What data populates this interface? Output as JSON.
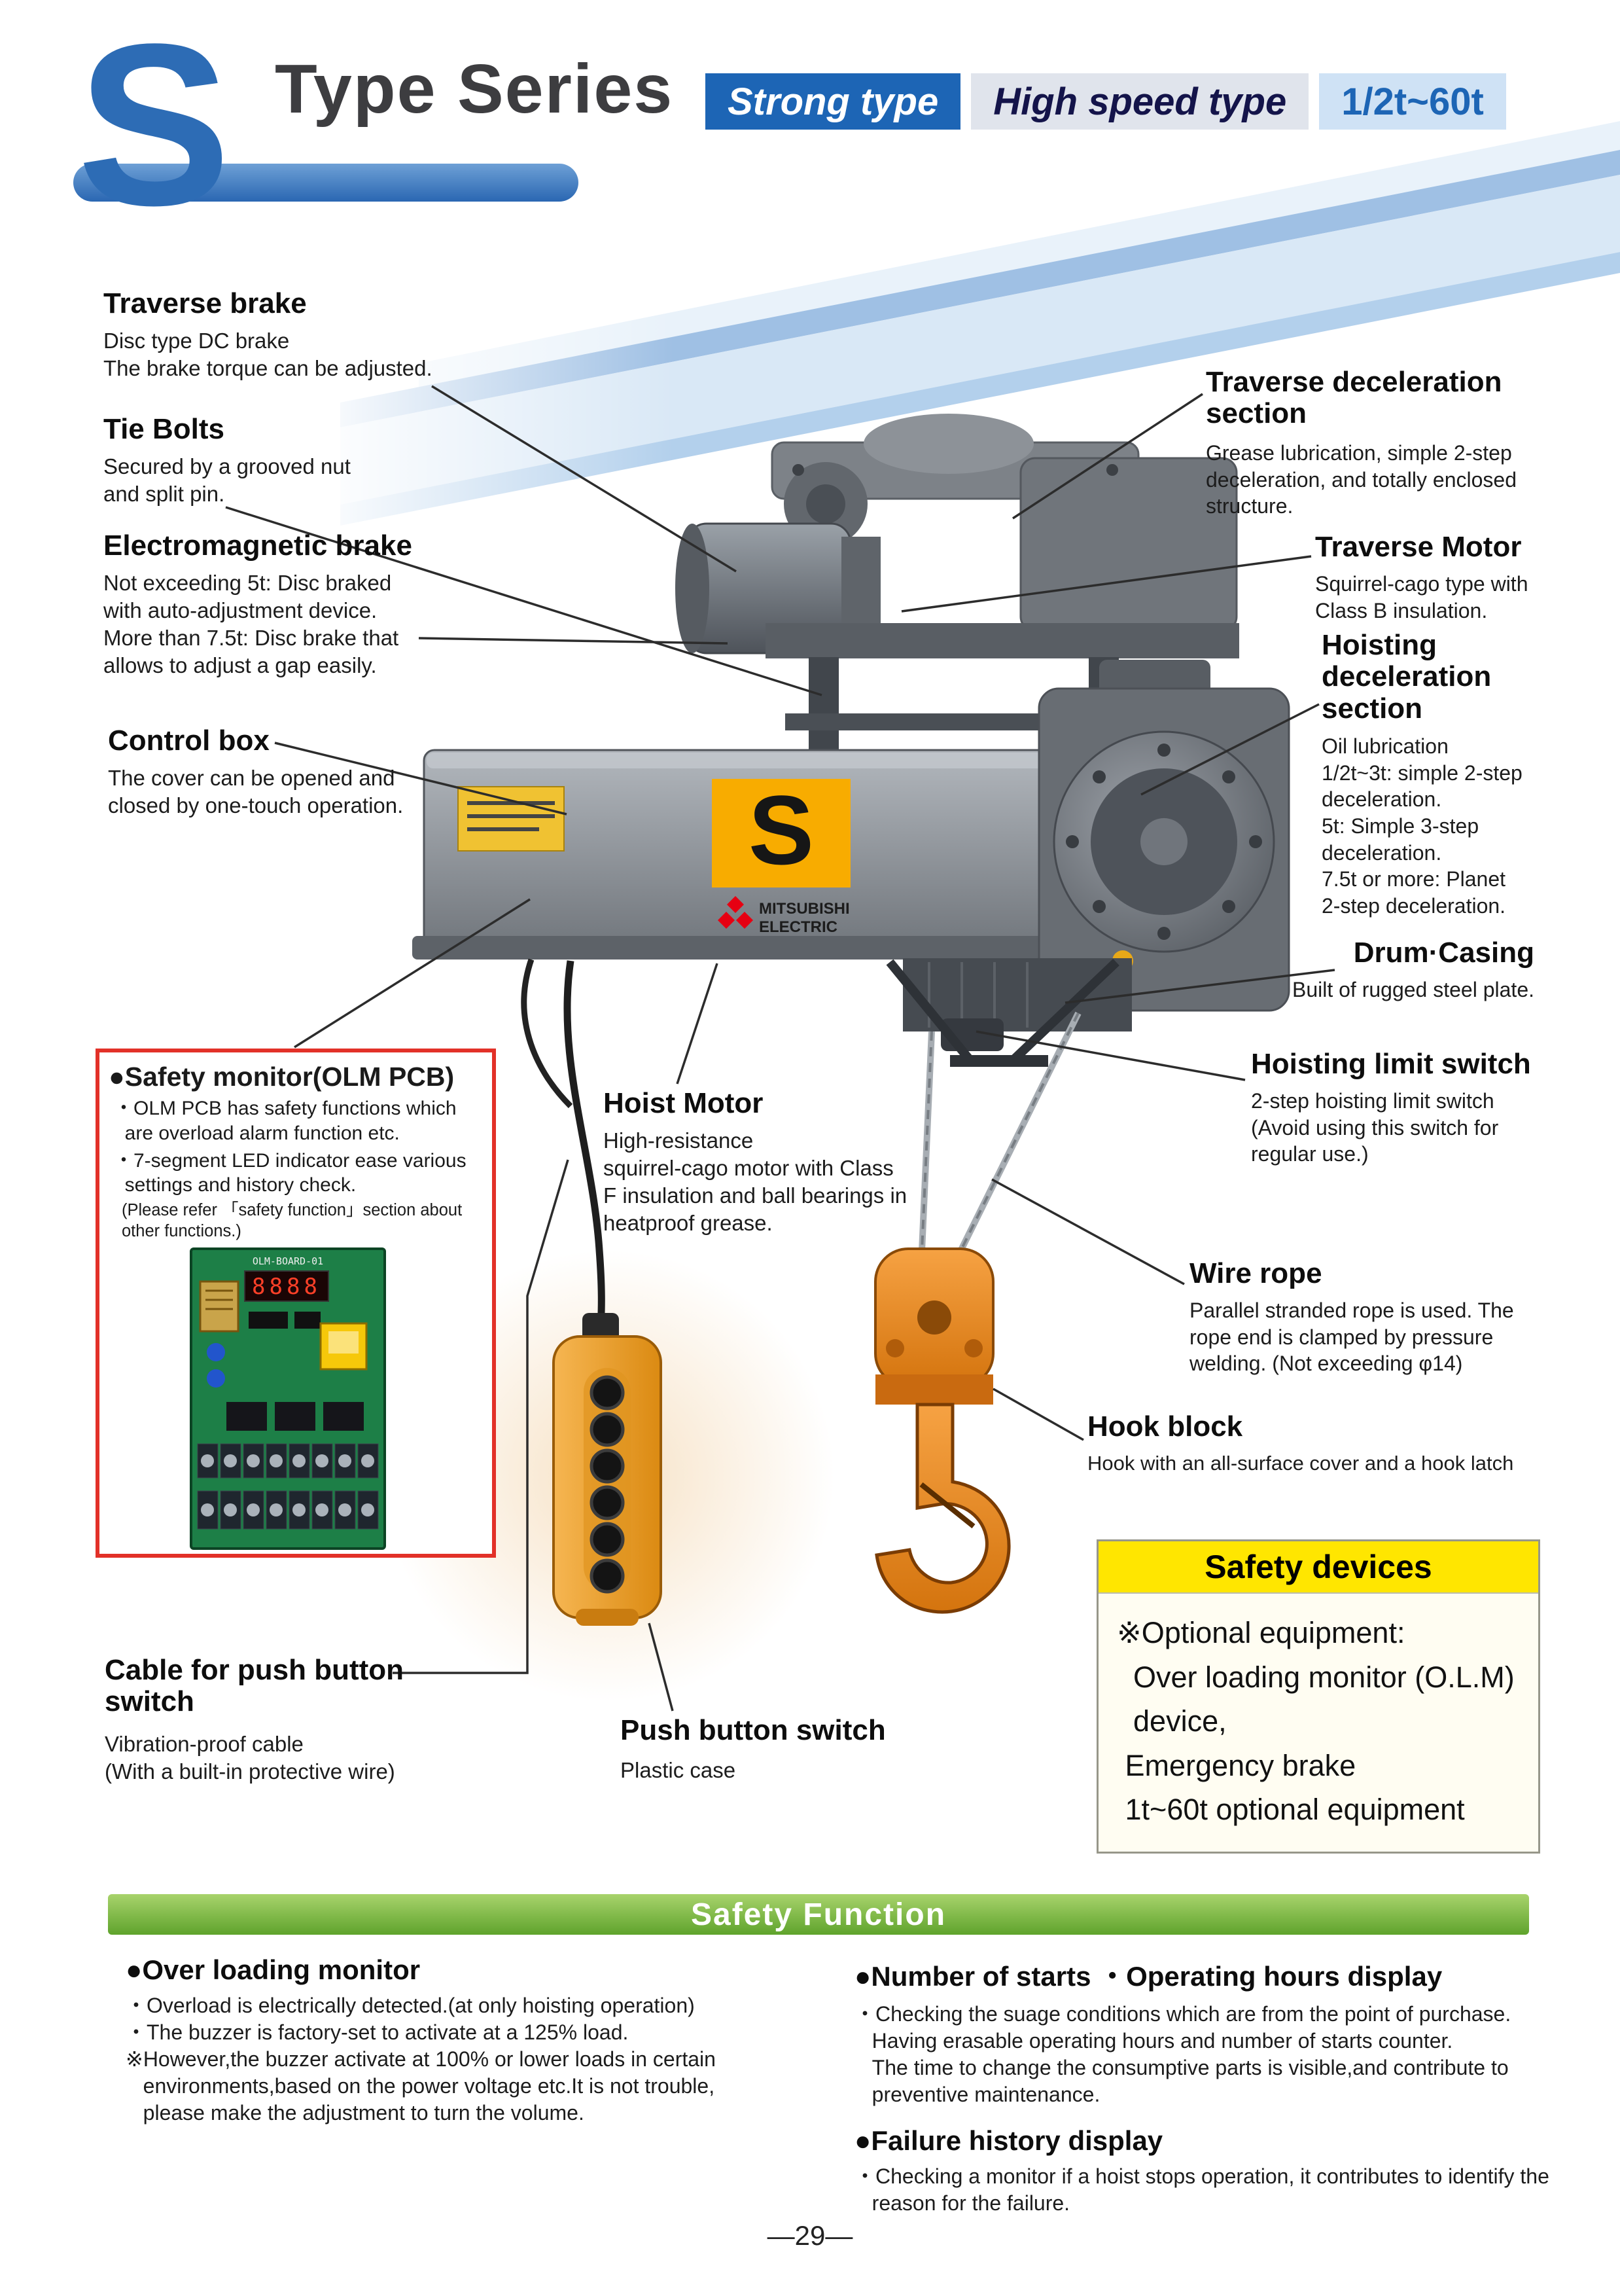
{
  "header": {
    "logo_letter": "S",
    "title": "Type Series",
    "badge_strong": "Strong type",
    "badge_speed": "High speed type",
    "badge_range": "1/2t~60t"
  },
  "callouts": {
    "traverse_brake": {
      "title": "Traverse brake",
      "body": "Disc type DC brake\nThe brake torque can be adjusted."
    },
    "tie_bolts": {
      "title": "Tie Bolts",
      "body": "Secured by a grooved nut\nand split pin."
    },
    "em_brake": {
      "title": "Electromagnetic brake",
      "body": "Not exceeding 5t: Disc braked\nwith auto-adjustment device.\nMore than 7.5t: Disc brake that\nallows to adjust a gap easily."
    },
    "control_box": {
      "title": "Control box",
      "body": "The cover can be opened and\nclosed by one-touch operation."
    },
    "safety_monitor": {
      "title": "●Safety monitor(OLM PCB)",
      "bullet1": "・OLM PCB has safety functions which\n  are overload alarm function etc.",
      "bullet2": "・7-segment LED indicator ease various\n  settings and history check.",
      "note": "(Please refer 「safety function」section about\nother functions.)"
    },
    "cable": {
      "title": "Cable for push button\nswitch",
      "body": "Vibration-proof cable\n(With a built-in protective wire)"
    },
    "hoist_motor": {
      "title": "Hoist Motor",
      "body": "High-resistance\nsquirrel-cago motor with Class\nF insulation and ball bearings in\nheatproof grease."
    },
    "push_button": {
      "title": "Push button switch",
      "body": "Plastic case"
    },
    "traverse_decel": {
      "title": "Traverse deceleration\nsection",
      "body": "Grease lubrication, simple 2-step\ndeceleration, and totally enclosed\nstructure."
    },
    "traverse_motor": {
      "title": "Traverse Motor",
      "body": "Squirrel-cago type with\nClass B insulation."
    },
    "hoisting_decel": {
      "title": "Hoisting\ndeceleration\nsection",
      "body": "Oil lubrication\n1/2t~3t: simple 2-step\ndeceleration.\n5t: Simple 3-step\ndeceleration.\n7.5t or more: Planet\n2-step deceleration."
    },
    "drum_casing": {
      "title": "Drum·Casing",
      "body": "Built of rugged steel plate."
    },
    "hoisting_limit": {
      "title": "Hoisting limit switch",
      "body": "2-step hoisting limit switch\n(Avoid using this switch for\nregular use.)"
    },
    "wire_rope": {
      "title": "Wire rope",
      "body": "Parallel stranded rope is used. The\nrope end is clamped by pressure\nwelding. (Not exceeding φ14)"
    },
    "hook_block": {
      "title": "Hook block",
      "body": "Hook with an all-surface cover and a hook latch"
    }
  },
  "safety_devices": {
    "title": "Safety devices",
    "body": "※Optional equipment:\n  Over loading monitor (O.L.M)\n  device,\n Emergency brake\n 1t~60t optional equipment"
  },
  "safety_function": {
    "bar_title": "Safety Function",
    "overload": {
      "title": "●Over loading monitor",
      "body": "・Overload is electrically detected.(at only hoisting operation)\n・The buzzer is factory-set to activate at a 125% load.\n※However,the buzzer activate at 100% or lower loads in certain\n   environments,based on the power voltage etc.It is not trouble,\n   please make the adjustment to turn the volume."
    },
    "starts": {
      "title": "●Number of starts ・Operating hours display",
      "body": "・Checking the suage conditions which are from the point of purchase.\n   Having erasable operating hours and number of starts counter.\n   The time to change the consumptive parts is visible,and contribute to\n   preventive maintenance."
    },
    "failure": {
      "title": "●Failure history display",
      "body": "・Checking a monitor if a hoist stops operation, it contributes to identify the\n   reason for the failure."
    }
  },
  "illustration": {
    "product_label": "S",
    "brand_line1": "MITSUBISHI",
    "brand_line2": "ELECTRIC",
    "pcb_label": "OLM-BOARD-01",
    "pcb_display": "8888"
  },
  "footer": {
    "page_number": "—29—"
  },
  "colors": {
    "accent_blue": "#1d65b5",
    "badge_light_blue": "#cfe2f5",
    "safety_yellow": "#ffe600",
    "function_green": "#6ab02f",
    "alert_red": "#e23128",
    "hook_orange": "#ef8c24"
  }
}
